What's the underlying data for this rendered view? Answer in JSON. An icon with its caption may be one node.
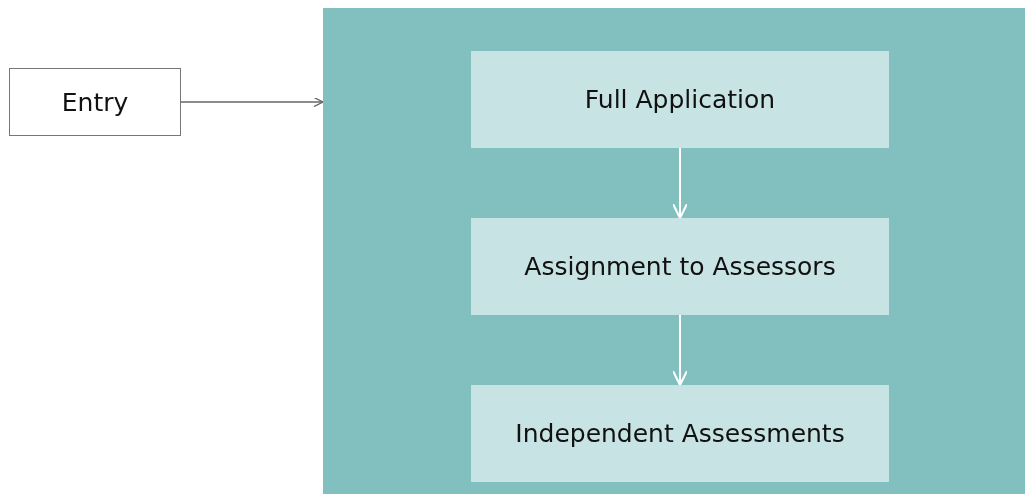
{
  "diagram": {
    "nodes": [
      {
        "text": [
          "Entry"
        ]
      },
      {
        "text": [],
        "shape": "box"
      },
      {
        "text": [
          "Full Application"
        ],
        "in": 1
      },
      {
        "text": [
          "Assignment to Assessors"
        ],
        "in": 1
      },
      {
        "text": [
          "Independent Assessments"
        ],
        "in": 1
      }
    ],
    "edges": [
      {
        "from": 0,
        "to": 1,
        "arrow": "to",
        "color": "#666666"
      },
      {
        "from": 2,
        "to": 3,
        "arrow": "to"
      },
      {
        "from": 3,
        "to": 4,
        "arrow": "to"
      }
    ]
  }
}
